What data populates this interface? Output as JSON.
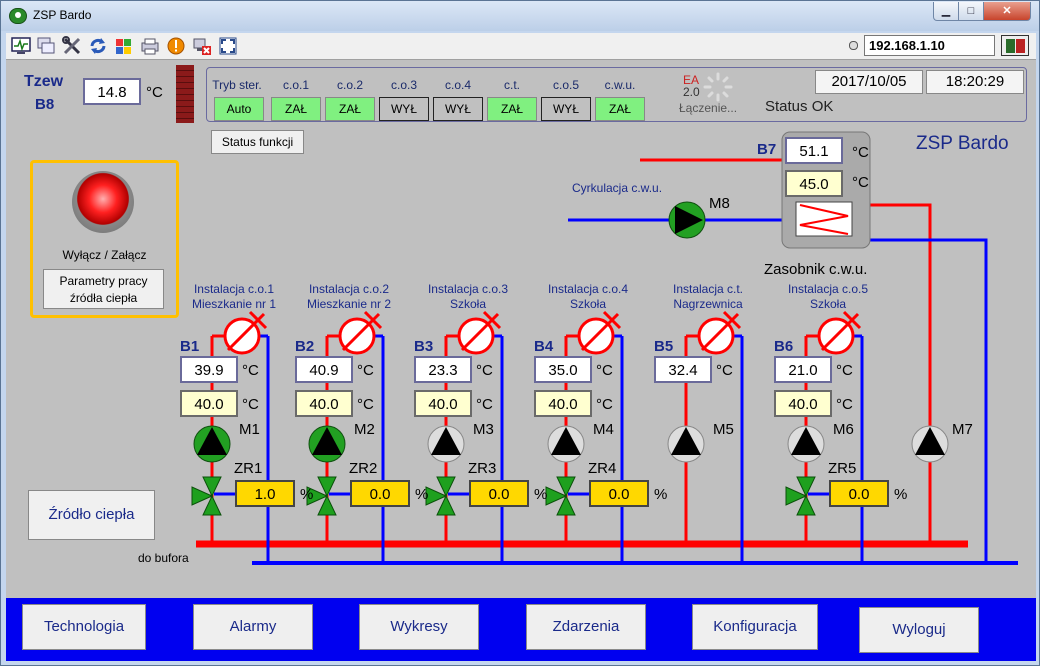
{
  "window": {
    "title": "ZSP Bardo"
  },
  "toolbar": {
    "icons": [
      "monitor-icon",
      "windows-icon",
      "tools-icon",
      "refresh-icon",
      "flag-icon",
      "printer-icon",
      "warning-icon",
      "disconnect-icon",
      "fullscreen-icon"
    ],
    "ip": "192.168.1.10"
  },
  "tzew": {
    "label1": "Tzew",
    "label2": "B8",
    "value": "14.8",
    "unit": "°C"
  },
  "status_panel": {
    "mode_header": "Tryb ster.",
    "mode_value": "Auto",
    "circuits": [
      {
        "header": "c.o.1",
        "state": "ZAŁ",
        "on": true
      },
      {
        "header": "c.o.2",
        "state": "ZAŁ",
        "on": true
      },
      {
        "header": "c.o.3",
        "state": "WYŁ",
        "on": false
      },
      {
        "header": "c.o.4",
        "state": "WYŁ",
        "on": false
      },
      {
        "header": "c.t.",
        "state": "ZAŁ",
        "on": true
      },
      {
        "header": "c.o.5",
        "state": "WYŁ",
        "on": false
      },
      {
        "header": "c.w.u.",
        "state": "ZAŁ",
        "on": true
      }
    ],
    "ea_logo": "EA",
    "ea_version": "2.0",
    "connecting": "Łączenie...",
    "date": "2017/10/05",
    "time": "18:20:29",
    "status": "Status OK"
  },
  "status_funkcji": "Status funkcji",
  "site_name": "ZSP Bardo",
  "source_panel": {
    "toggle_label": "Wyłącz / Załącz",
    "params_button": "Parametry pracy\nźródła ciepła"
  },
  "zrodlo_button": "Źródło ciepła",
  "do_bufora": "do bufora",
  "tank": {
    "sensor": "B7",
    "temp": "51.1",
    "setpoint": "45.0",
    "unit": "°C",
    "label": "Zasobnik c.w.u.",
    "pump": "M8",
    "circ_label": "Cyrkulacja c.w.u."
  },
  "circuits": [
    {
      "title1": "Instalacja c.o.1",
      "title2": "Mieszkanie nr 1",
      "sensor": "B1",
      "temp": "39.9",
      "setpoint": "40.0",
      "pump": "M1",
      "pump_on": true,
      "valve": "ZR1",
      "valve_pct": "1.0"
    },
    {
      "title1": "Instalacja c.o.2",
      "title2": "Mieszkanie nr 2",
      "sensor": "B2",
      "temp": "40.9",
      "setpoint": "40.0",
      "pump": "M2",
      "pump_on": true,
      "valve": "ZR2",
      "valve_pct": "0.0"
    },
    {
      "title1": "Instalacja c.o.3",
      "title2": "Szkoła",
      "sensor": "B3",
      "temp": "23.3",
      "setpoint": "40.0",
      "pump": "M3",
      "pump_on": false,
      "valve": "ZR3",
      "valve_pct": "0.0"
    },
    {
      "title1": "Instalacja c.o.4",
      "title2": "Szkoła",
      "sensor": "B4",
      "temp": "35.0",
      "setpoint": "40.0",
      "pump": "M4",
      "pump_on": false,
      "valve": "ZR4",
      "valve_pct": "0.0"
    },
    {
      "title1": "Instalacja c.t.",
      "title2": "Nagrzewnica",
      "sensor": "B5",
      "temp": "32.4",
      "setpoint": "",
      "pump": "M5",
      "pump_on": false,
      "valve": "",
      "valve_pct": ""
    },
    {
      "title1": "Instalacja c.o.5",
      "title2": "Szkoła",
      "sensor": "B6",
      "temp": "21.0",
      "setpoint": "40.0",
      "pump": "M6",
      "pump_on": false,
      "valve": "ZR5",
      "valve_pct": "0.0"
    }
  ],
  "m7": {
    "pump": "M7"
  },
  "units": {
    "deg": "°C",
    "pct": "%"
  },
  "nav": [
    "Technologia",
    "Alarmy",
    "Wykresy",
    "Zdarzenia",
    "Konfiguracja",
    "Wyloguj"
  ],
  "colors": {
    "supply": "#ff0000",
    "return": "#0000ff",
    "on": "#80f080",
    "valve_fill": "#ffd800",
    "nav_bg": "#0000f0"
  }
}
